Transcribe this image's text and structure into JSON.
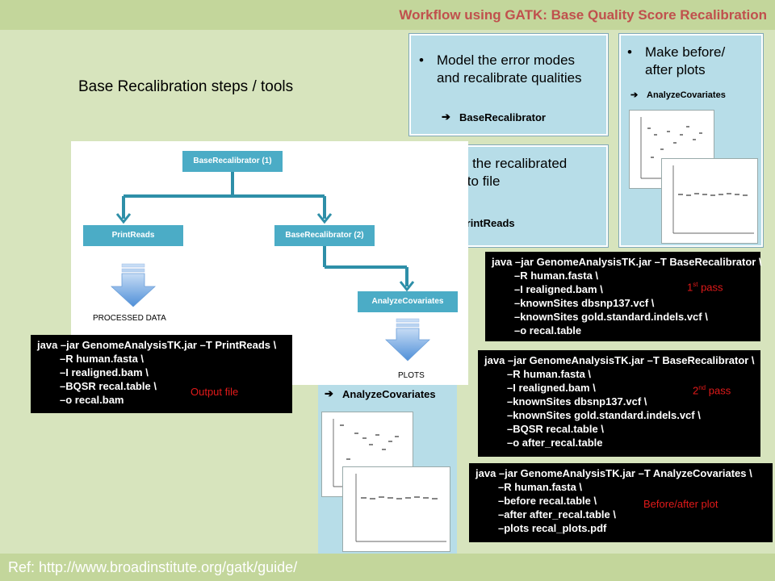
{
  "header": {
    "title": "Workflow using GATK: Base Quality Score Recalibration"
  },
  "subtitle": "Base Recalibration steps / tools",
  "footer": {
    "ref": "Ref: http://www.broadinstitute.org/gatk/guide/"
  },
  "panels": {
    "model": {
      "bullet_line1": "Model the error modes",
      "bullet_line2": "and recalibrate qualities",
      "tool": "BaseRecalibrator"
    },
    "write": {
      "bullet_line1": "Write the recalibrated",
      "bullet_line2": "data to file",
      "tool": "PrintReads"
    },
    "plots": {
      "bullet_line1": "Make before/",
      "bullet_line2": "after plots",
      "tool": "AnalyzeCovariates"
    },
    "lower_plots": {
      "tool": "AnalyzeCovariates"
    }
  },
  "diagram": {
    "node_base1": "BaseRecalibrator (1)",
    "node_print": "PrintReads",
    "node_base2": "BaseRecalibrator (2)",
    "node_analyze": "AnalyzeCovariates",
    "processed_label": "PROCESSED DATA",
    "plots_label": "PLOTS",
    "colors": {
      "node": "#4bacc6",
      "arrow": "#2e8fa8"
    }
  },
  "code_blocks": {
    "printreads": {
      "lines": [
        "java –jar GenomeAnalysisTK.jar –T PrintReads \\",
        "–R human.fasta \\",
        "–I realigned.bam \\",
        "–BQSR recal.table \\",
        "–o recal.bam"
      ],
      "note": "Output file"
    },
    "pass1": {
      "lines": [
        "java –jar GenomeAnalysisTK.jar –T BaseRecalibrator \\",
        "–R human.fasta \\",
        "–I realigned.bam \\",
        "–knownSites dbsnp137.vcf \\",
        "–knownSites gold.standard.indels.vcf \\",
        "–o recal.table"
      ],
      "note_num": "1",
      "note_sup": "st",
      "note_rest": " pass"
    },
    "pass2": {
      "lines": [
        "java –jar GenomeAnalysisTK.jar –T BaseRecalibrator \\",
        "–R human.fasta \\",
        "–I realigned.bam \\",
        "–knownSites dbsnp137.vcf \\",
        "–knownSites gold.standard.indels.vcf \\",
        "–BQSR recal.table \\",
        "–o after_recal.table"
      ],
      "note_num": "2",
      "note_sup": "nd",
      "note_rest": " pass"
    },
    "analyze": {
      "lines": [
        "java –jar GenomeAnalysisTK.jar –T AnalyzeCovariates \\",
        "–R human.fasta \\",
        "–before recal.table \\",
        "–after after_recal.table \\",
        "–plots recal_plots.pdf"
      ],
      "note": "Before/after plot"
    }
  }
}
